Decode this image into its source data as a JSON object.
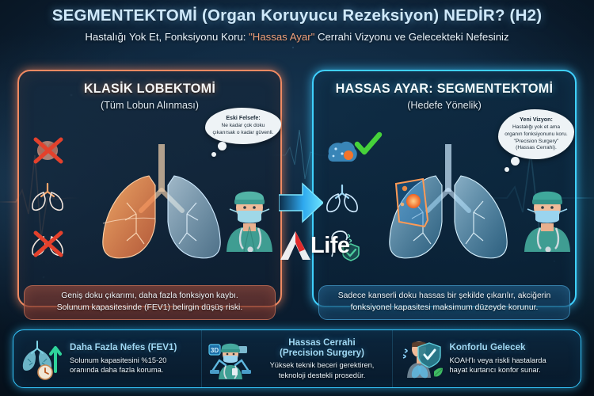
{
  "header": {
    "title": "SEGMENTEKTOMİ (Organ Koruyucu Rezeksiyon) NEDİR? (H2)",
    "subtitle_pre": "Hastalığı Yok Et, Fonksiyonu Koru: ",
    "subtitle_highlight": "\"Hassas Ayar\"",
    "subtitle_post": " Cerrahi Vizyonu ve Gelecekteki Nefesiniz"
  },
  "left_panel": {
    "title": "KLASİK LOBEKTOMİ",
    "subtitle": "(Tüm Lobun Alınması)",
    "bubble_title": "Eski Felsefe:",
    "bubble_text": "Ne kadar çok doku çıkarırsak o kadar güvenli.",
    "caption_line1": "Geniş doku çıkarımı, daha fazla fonksiyon kaybı.",
    "caption_line2": "Solunum kapasitesinde (FEV1) belirgin düşüş riski.",
    "accent_color": "#f08a62",
    "icons": [
      "organ-crossed-icon",
      "lungs-outline-icon",
      "lungs-crossed-icon",
      "surgeon-icon"
    ]
  },
  "right_panel": {
    "title": "HASSAS AYAR: SEGMENTEKTOMİ",
    "subtitle": "(Hedefe Yönelik)",
    "bubble_title": "Yeni Vizyon:",
    "bubble_text": "Hastalığı yok et ama organın fonksiyonunu koru. \"Precision Surgery\" (Hassas Cerrahi).",
    "caption_line1": "Sadece kanserli doku hassas bir şekilde çıkarılır, akciğerin",
    "caption_line2": "fonksiyonel kapasitesi maksimum düzeyde korunur.",
    "accent_color": "#3fd0ff",
    "icons": [
      "check-mark-icon",
      "organ-target-icon",
      "lungs-outline-icon",
      "breathing-shield-icon",
      "surgeon-icon"
    ]
  },
  "center": {
    "arrow": "right-arrow-icon",
    "logo_text": "Life",
    "logo_mark_colors": [
      "#ffffff",
      "#e02b2b"
    ]
  },
  "bottom_bar": {
    "items": [
      {
        "icon": "lungs-uparrow-clock-icon",
        "heading": "Daha Fazla Nefes (FEV1)",
        "body_line1": "Solunum kapasitesini %15-20",
        "body_line2": "oranında daha fazla koruma."
      },
      {
        "icon": "robot-surgeon-3d-icon",
        "heading": "Hassas Cerrahi",
        "heading2": "(Precision Surgery)",
        "body_line1": "Yüksek teknik beceri gerektiren,",
        "body_line2": "teknoloji destekli prosedür."
      },
      {
        "icon": "patient-shield-leaf-icon",
        "heading": "Konforlu Gelecek",
        "body_line1": "KOAH'lı veya riskli hastalarda",
        "body_line2": "hayat kurtarıcı konfor sunar."
      }
    ]
  }
}
